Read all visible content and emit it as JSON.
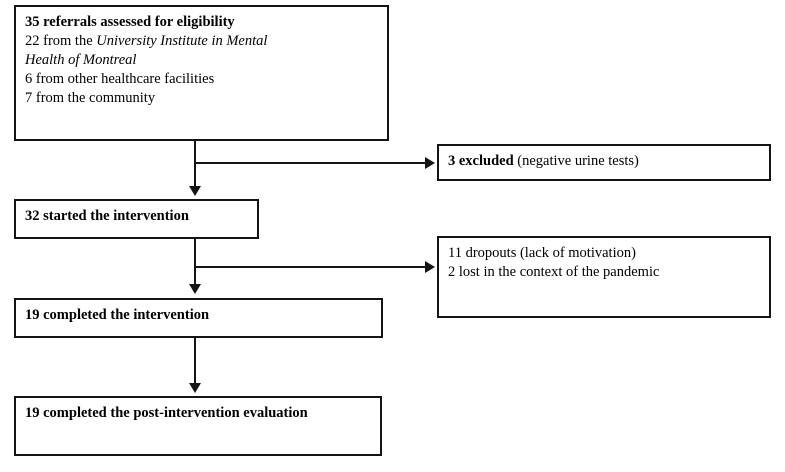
{
  "diagram": {
    "type": "participant-flow-diagram",
    "boxes": {
      "screened": {
        "lines": [
          {
            "bold": "35 referrals assessed for eligibility"
          },
          {
            "plain": "22 from the ",
            "italic": "University Institute in Mental"
          },
          {
            "italic": "Health of Montreal"
          },
          {
            "plain": "6 from other healthcare facilities"
          },
          {
            "plain": "7 from the community"
          }
        ],
        "line1_bold": "35 referrals assessed for eligibility",
        "line2_plain": "22 from the ",
        "line2_italic": "University Institute in Mental",
        "line3_italic": "Health of Montreal",
        "line4_plain": "6 from other healthcare facilities",
        "line5_plain": "7 from the community"
      },
      "excluded": {
        "bold": "3 excluded",
        "plain": " (negative urine tests)"
      },
      "started": {
        "bold": "32 started the intervention"
      },
      "dropouts": {
        "line1": "11 dropouts (lack of motivation)",
        "line2": "2 lost in the context of the pandemic"
      },
      "completed": {
        "bold": "19 completed the intervention"
      },
      "post_evaluation": {
        "bold": "19 completed the post-intervention evaluation"
      }
    },
    "connectors": [
      {
        "name": "screened-to-started",
        "direction": "down",
        "arrowhead": true
      },
      {
        "name": "screened-to-excluded",
        "direction": "right",
        "arrowhead": true
      },
      {
        "name": "started-to-completed",
        "direction": "down",
        "arrowhead": true
      },
      {
        "name": "started-to-dropouts",
        "direction": "right",
        "arrowhead": true
      },
      {
        "name": "completed-to-post-evaluation",
        "direction": "down",
        "arrowhead": true
      }
    ],
    "colors": {
      "line": "#141414",
      "text": "#000000",
      "background": "#ffffff"
    }
  }
}
